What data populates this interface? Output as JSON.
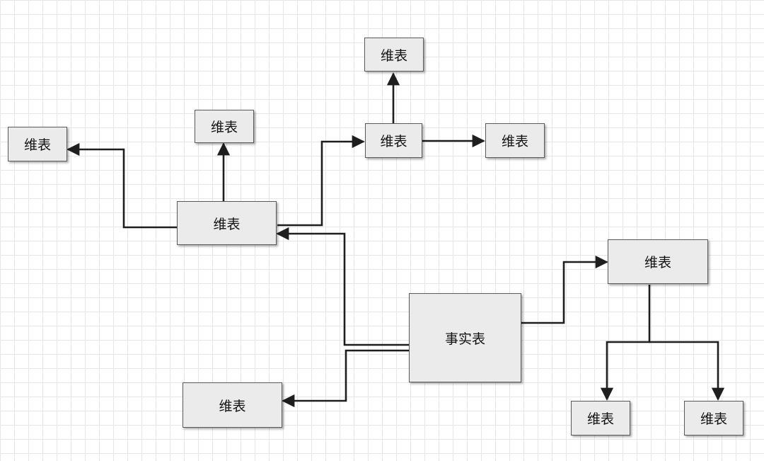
{
  "colors": {
    "box_fill": "#ebebeb",
    "box_border": "#5a5a5a",
    "edge": "#1e1e1e",
    "grid": "#e6e6e6"
  },
  "nodes": {
    "dim_far_left": {
      "label": "维表"
    },
    "dim_top_mid": {
      "label": "维表"
    },
    "dim_hub_left": {
      "label": "维表"
    },
    "dim_top": {
      "label": "维表"
    },
    "dim_hub_top": {
      "label": "维表"
    },
    "dim_top_right": {
      "label": "维表"
    },
    "dim_bottom_left": {
      "label": "维表"
    },
    "fact_table": {
      "label": "事实表"
    },
    "dim_hub_right": {
      "label": "维表"
    },
    "dim_bottom_right_1": {
      "label": "维表"
    },
    "dim_bottom_right_2": {
      "label": "维表"
    }
  }
}
